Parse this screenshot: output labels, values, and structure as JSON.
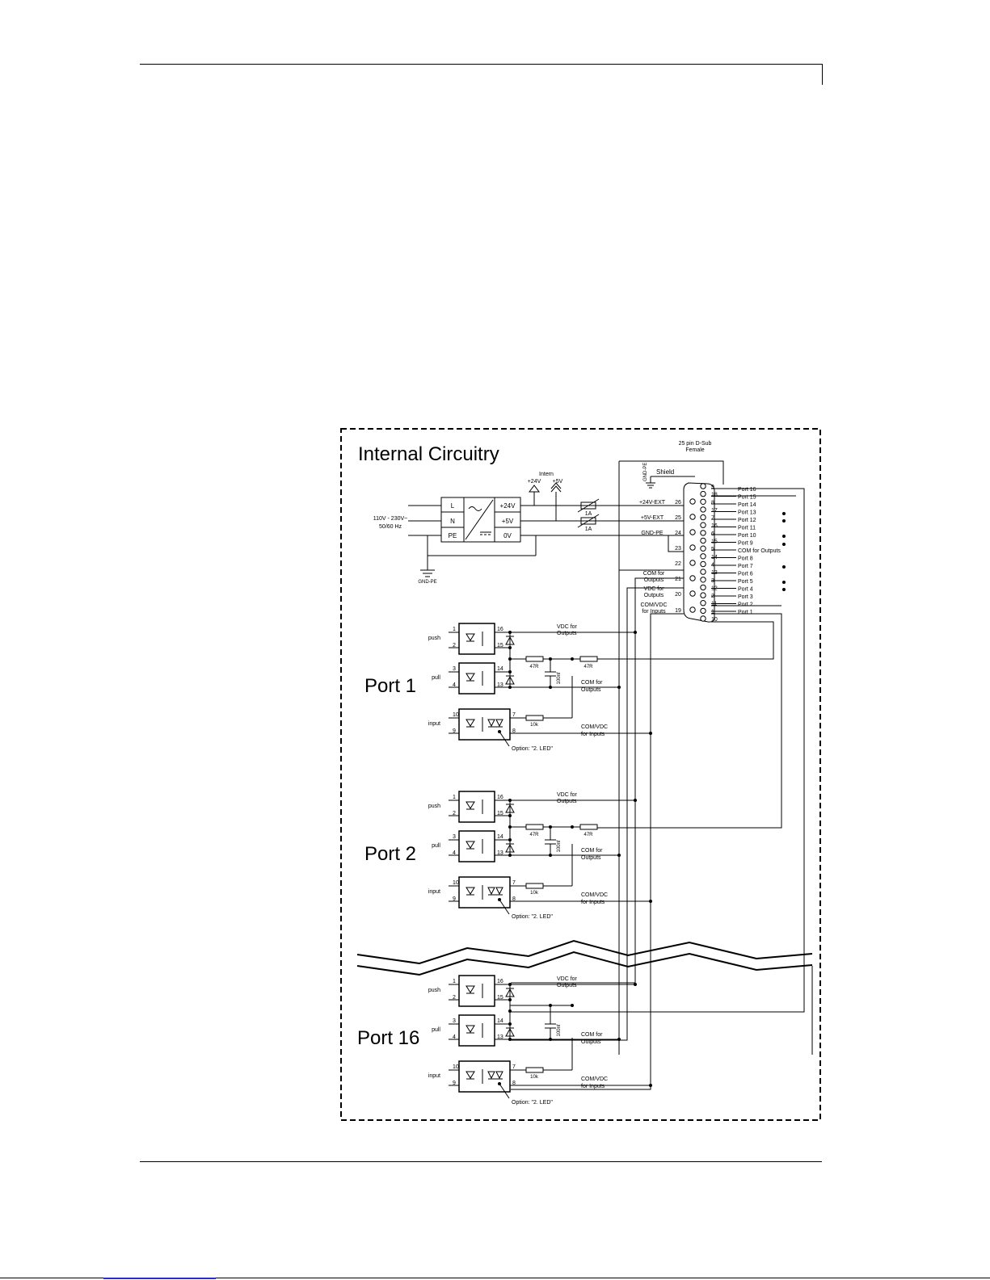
{
  "diagram": {
    "title": "Internal Circuitry",
    "connector": {
      "name": "25 pin D-Sub",
      "type": "Female",
      "shield": "Shield",
      "gnd_label": "GND-PE"
    },
    "power": {
      "intern": "Intern",
      "v24": "+24V",
      "v5": "+5V",
      "mains": "110V - 230V~",
      "freq": "50/60 Hz",
      "psu_in": [
        "L",
        "N",
        "PE"
      ],
      "psu_out": [
        "+24V",
        "+5V",
        "0V"
      ],
      "fuse": "1A",
      "gnd_pe": "GND-PE"
    },
    "pin_signals": [
      {
        "label": "+24V-EXT",
        "pin": "26"
      },
      {
        "label": "+5V-EXT",
        "pin": "25"
      },
      {
        "label": "GND-PE",
        "pin": "24"
      },
      {
        "label": "",
        "pin": "23"
      },
      {
        "label": "",
        "pin": "22"
      },
      {
        "label": "COM for",
        "label2": "Outputs",
        "pin": "21"
      },
      {
        "label": "VDC for",
        "label2": "Outputs",
        "pin": "20"
      },
      {
        "label": "COM/VDC",
        "label2": "for Inputs",
        "pin": "19"
      }
    ],
    "right_pins": [
      {
        "a": "9",
        "b": "18"
      },
      {
        "a": "8",
        "b": "17"
      },
      {
        "a": "7",
        "b": "16"
      },
      {
        "a": "6",
        "b": "15"
      },
      {
        "a": "5",
        "b": "14"
      },
      {
        "a": "4",
        "b": "13"
      },
      {
        "a": "3",
        "b": "12"
      },
      {
        "a": "2",
        "b": "11"
      },
      {
        "a": "1",
        "b": "10"
      }
    ],
    "port_labels": [
      "Port 16",
      "Port 15",
      "Port 14",
      "Port 13",
      "Port 12",
      "Port 11",
      "Port 10",
      "Port 9",
      "COM for Outputs",
      "Port 8",
      "Port 7",
      "Port 6",
      "Port 5",
      "Port 4",
      "Port 3",
      "Port 2",
      "Port 1"
    ],
    "ports": [
      {
        "name": "Port 1"
      },
      {
        "name": "Port 2"
      },
      {
        "name": "Port 16"
      }
    ],
    "opto": {
      "push": "push",
      "pull": "pull",
      "input": "input",
      "push_pins": [
        "1",
        "2",
        "16",
        "15"
      ],
      "pull_pins": [
        "3",
        "4",
        "14",
        "13"
      ],
      "input_pins": [
        "10",
        "9",
        "7",
        "8"
      ],
      "vdc_out": "VDC for",
      "vdc_out2": "Outputs",
      "com_out": "COM for",
      "com_out2": "Outputs",
      "com_in": "COM/VDC",
      "com_in2": "for Inputs",
      "r47": "47R",
      "r10k": "10k",
      "cap": "100nf",
      "option": "Option: \"2. LED\""
    }
  }
}
